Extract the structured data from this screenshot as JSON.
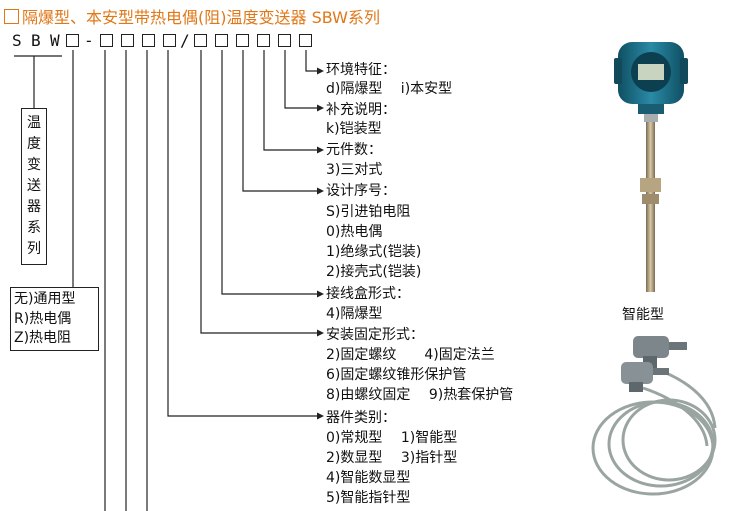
{
  "title": "隔爆型、本安型带热电偶(阻)温度变送器 SBW系列",
  "model_code": {
    "prefix_chars": [
      "S",
      "B",
      "W"
    ],
    "dash": "-",
    "slash": "/"
  },
  "series_label_chars": [
    "温",
    "度",
    "变",
    "送",
    "器",
    "系",
    "列"
  ],
  "type_options": [
    "无)通用型",
    "R)热电偶",
    "Z)热电阻"
  ],
  "fields": [
    {
      "heading": "环境特征：",
      "lines": [
        "d)隔爆型　 i)本安型"
      ]
    },
    {
      "heading": "补充说明：",
      "lines": [
        "k)铠装型"
      ]
    },
    {
      "heading": "元件数：",
      "lines": [
        "3)三对式"
      ]
    },
    {
      "heading": "设计序号：",
      "lines": [
        "S)引进铂电阻",
        "0)热电偶",
        "1)绝缘式(铠装)",
        "2)接壳式(铠装)"
      ]
    },
    {
      "heading": "接线盒形式：",
      "lines": [
        "4)隔爆型"
      ]
    },
    {
      "heading": "安装固定形式：",
      "lines": [
        "2)固定螺纹　　4)固定法兰",
        "6)固定螺纹锥形保护管",
        "8)由螺纹固定　 9)热套保护管"
      ]
    },
    {
      "heading": "器件类别：",
      "lines": [
        "0)常规型　 1)智能型",
        "2)数显型　 3)指针型",
        "4)智能数显型",
        "5)智能指针型"
      ]
    }
  ],
  "product_caption": "智能型",
  "colors": {
    "title": "#e07818",
    "transmitter_head": "#1f6f86",
    "cable": "#9aa5a2"
  }
}
